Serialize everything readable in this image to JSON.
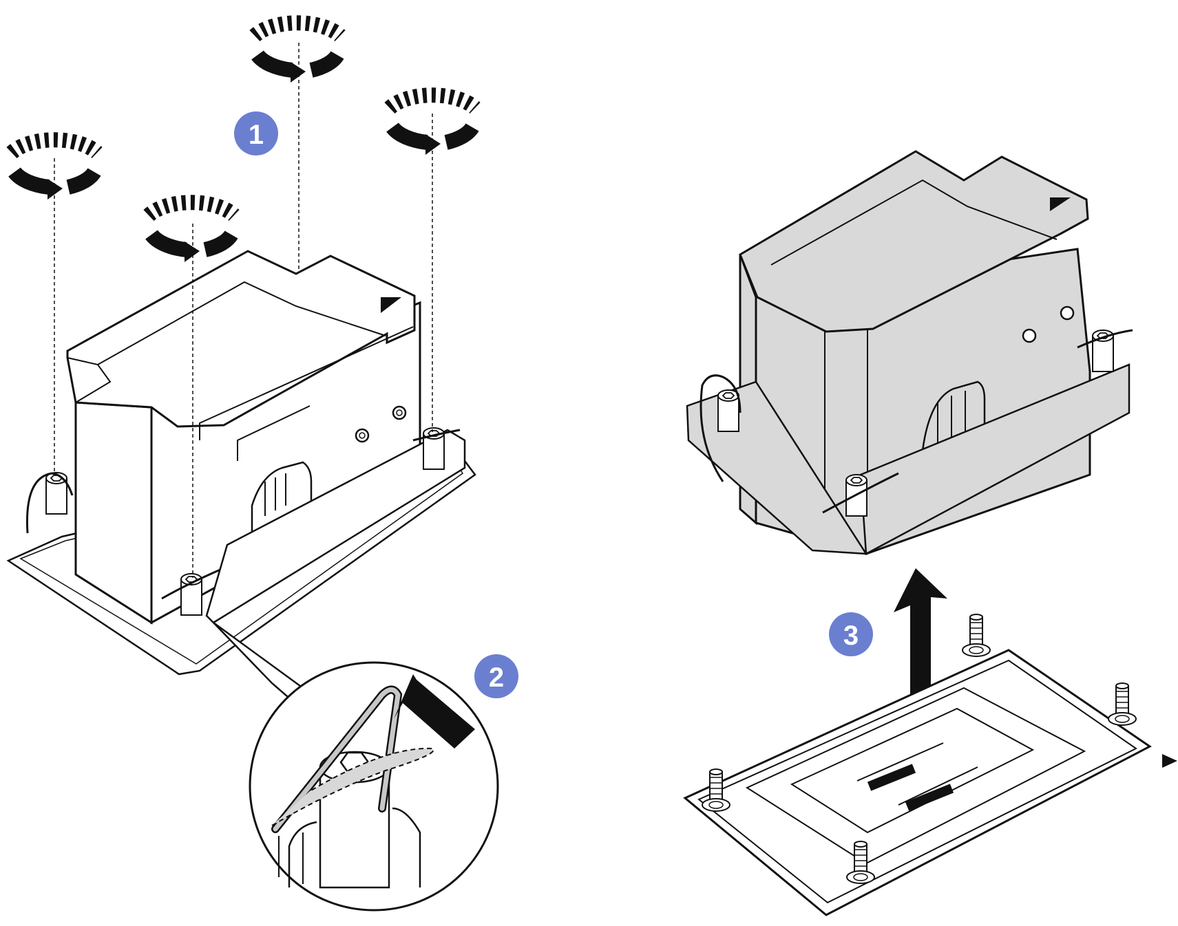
{
  "colors": {
    "background": "#ffffff",
    "line": "#111111",
    "heatsink_fill_left": "#ffffff",
    "heatsink_fill_right": "#d9d9d9",
    "callout_badge": "#6b7fd0",
    "badge_text": "#ffffff",
    "clip_highlight": "#c8c8c8"
  },
  "steps": [
    {
      "number": "1",
      "meaning": "loosen-screws"
    },
    {
      "number": "2",
      "meaning": "lift-anti-tilt-wire"
    },
    {
      "number": "3",
      "meaning": "lift-heat-sink"
    }
  ],
  "icons": {
    "rotate": "rotate-counterclockwise-icon",
    "lift": "up-arrow-icon",
    "pin1": "triangle-marker-icon"
  }
}
